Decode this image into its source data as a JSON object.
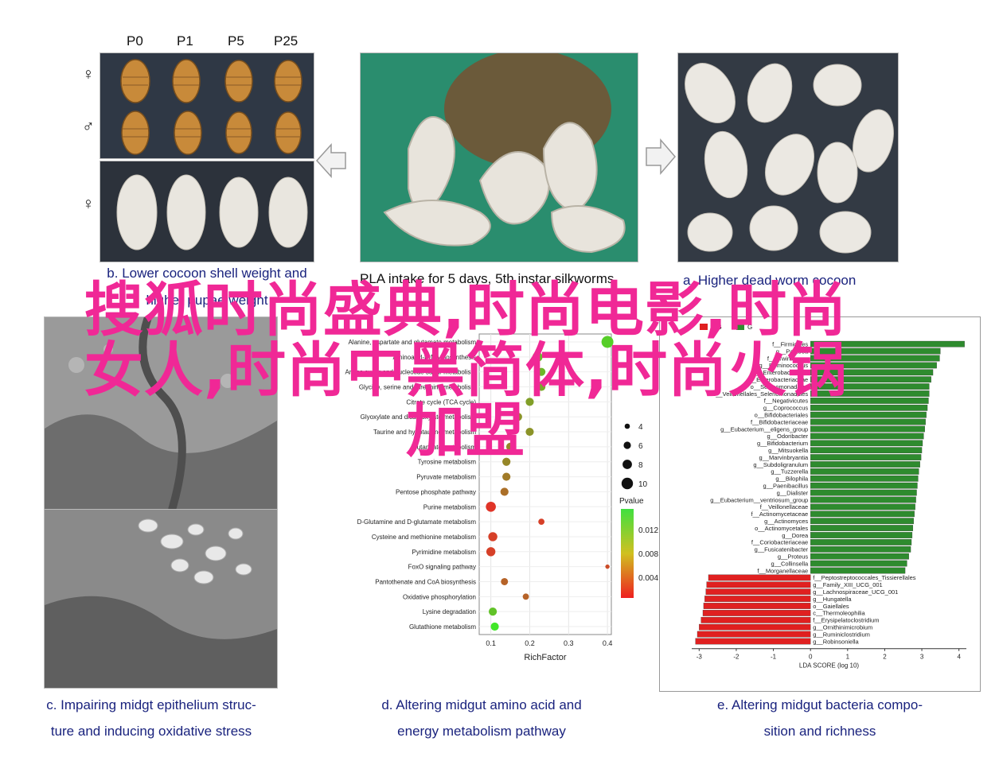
{
  "panelA": {
    "header_labels": [
      "P0",
      "P1",
      "P5",
      "P25"
    ],
    "row_symbols": [
      "♀",
      "♂",
      "♀"
    ],
    "caption_line1": "b. Lower cocoon shell weight and",
    "caption_line2": "higher pupae weight"
  },
  "panelB": {
    "title": "PLA intake for 5 days, 5th instar silkworms"
  },
  "panelC": {
    "caption": "a. Higher  dead worm cocoon"
  },
  "overlay": {
    "line1": "搜狐时尚盛典,时尚电影,时尚",
    "line2": "女人,时尚中黑简体,时尚火锅",
    "line3": "加盟"
  },
  "bottom_captions": {
    "c_line1": "c. Impairing midgt epithelium struc-",
    "c_line2": "ture and inducing oxidative stress",
    "d_line1": "d. Altering midgut amino acid and",
    "d_line2": "energy metabolism pathway",
    "e_line1": "e. Altering midgut bacteria compo-",
    "e_line2": "sition and richness"
  },
  "chart_data": [
    {
      "type": "scatter",
      "xlabel": "RichFactor",
      "xlim": [
        0.07,
        0.41
      ],
      "xticks": [
        "0.1",
        "0.2",
        "0.3",
        "0.4"
      ],
      "categories": [
        "Alanine, aspartate and glutamate metabolism",
        "Aminoacyl-tRNA biosynthesis",
        "Amino sugar and nucleotide sugar metabolism",
        "Glycine, serine and threonine metabolism",
        "Citrate cycle (TCA cycle)",
        "Glyoxylate and dicarboxylate metabolism",
        "Taurine and hypotaurine metabolism",
        "Butanoate metabolism",
        "Tyrosine metabolism",
        "Pyruvate metabolism",
        "Pentose phosphate pathway",
        "Purine metabolism",
        "D-Glutamine and D-glutamate metabolism",
        "Cysteine and methionine metabolism",
        "Pyrimidine metabolism",
        "FoxO signaling pathway",
        "Pantothenate and CoA biosynthesis",
        "Oxidative phosphorylation",
        "Lysine degradation",
        "Glutathione metabolism"
      ],
      "visible_tick_labels": [
        "Alanine, aspartate and glutamate metabolism",
        "Aminoacyl-tRNA biosynthesis",
        "Amino sugar and nucleotide sugar metabolism",
        "Glycine, serine and threonine metabolism",
        "Citrate cycle (TCA cycle)",
        "Glyoxylate and dicarboxylate metabolism",
        "Taurine and hypotaurine metabolism",
        "Butanoate metabolism",
        "Tyrosine metabolism",
        "Pyruvate metabolism",
        "Pentose phosphate pathway",
        "Purine metabolism",
        "D-Glutamine and D-glutamate metabolism",
        "Cysteine and methionine metabolism",
        "Pyrimidine metabolism",
        "FoxO signaling pathway",
        "Pantothenate and CoA biosynthesis",
        "Oxidative phosphorylation",
        "Lysine degradation",
        "Glutathione metabolism"
      ],
      "points": [
        {
          "x": 0.4,
          "size": 10,
          "p": 0.014
        },
        {
          "x": 0.22,
          "size": 8,
          "p": 0.013
        },
        {
          "x": 0.23,
          "size": 6,
          "p": 0.012
        },
        {
          "x": 0.23,
          "size": 6,
          "p": 0.011
        },
        {
          "x": 0.2,
          "size": 6,
          "p": 0.01
        },
        {
          "x": 0.17,
          "size": 6,
          "p": 0.009
        },
        {
          "x": 0.2,
          "size": 6,
          "p": 0.009
        },
        {
          "x": 0.15,
          "size": 6,
          "p": 0.008
        },
        {
          "x": 0.14,
          "size": 6,
          "p": 0.008
        },
        {
          "x": 0.14,
          "size": 6,
          "p": 0.007
        },
        {
          "x": 0.135,
          "size": 6,
          "p": 0.006
        },
        {
          "x": 0.1,
          "size": 8,
          "p": 0.001
        },
        {
          "x": 0.23,
          "size": 4,
          "p": 0.002
        },
        {
          "x": 0.105,
          "size": 7,
          "p": 0.002
        },
        {
          "x": 0.1,
          "size": 7,
          "p": 0.002
        },
        {
          "x": 0.4,
          "size": 2,
          "p": 0.003
        },
        {
          "x": 0.135,
          "size": 5,
          "p": 0.005
        },
        {
          "x": 0.19,
          "size": 4,
          "p": 0.005
        },
        {
          "x": 0.105,
          "size": 6,
          "p": 0.013
        },
        {
          "x": 0.11,
          "size": 6,
          "p": 0.016
        }
      ],
      "size_legend": [
        "4",
        "6",
        "8",
        "10"
      ],
      "color_legend_title": "Pvalue",
      "color_legend_ticks": [
        "0.012",
        "0.008",
        "0.004"
      ]
    },
    {
      "type": "bar",
      "xlabel": "LDA SCORE (log 10)",
      "xlim": [
        -3.2,
        4.2
      ],
      "xticks": [
        "-3",
        "-2",
        "-1",
        "0",
        "1",
        "2",
        "3",
        "4"
      ],
      "positive_color": "#2e8b2e",
      "negative_color": "#e02020",
      "legend": [
        "WG",
        "G"
      ],
      "bars": [
        {
          "label": "f__Firmicutes",
          "value": 4.15
        },
        {
          "label": "g__Pantoea",
          "value": 3.5
        },
        {
          "label": "f__Erwiniaceae",
          "value": 3.48
        },
        {
          "label": "g__Ruminococcus",
          "value": 3.4
        },
        {
          "label": "o__Enterobacterales",
          "value": 3.3
        },
        {
          "label": "f__Enterobacteriaceae",
          "value": 3.25
        },
        {
          "label": "o__Selenomonadales",
          "value": 3.2
        },
        {
          "label": "c__Veillonellales_Selenomonadales",
          "value": 3.2
        },
        {
          "label": "f__Negativicutes",
          "value": 3.18
        },
        {
          "label": "g__Coprococcus",
          "value": 3.15
        },
        {
          "label": "o__Bifidobacteriales",
          "value": 3.12
        },
        {
          "label": "f__Bifidobacteriaceae",
          "value": 3.1
        },
        {
          "label": "g__Eubacterium__eligens_group",
          "value": 3.08
        },
        {
          "label": "g__Odoribacter",
          "value": 3.05
        },
        {
          "label": "g__Bifidobacterium",
          "value": 3.02
        },
        {
          "label": "g__Mitsuokella",
          "value": 3.0
        },
        {
          "label": "g__Marvinbryantia",
          "value": 2.98
        },
        {
          "label": "g__Subdoligranulum",
          "value": 2.95
        },
        {
          "label": "g__Tuzzerella",
          "value": 2.92
        },
        {
          "label": "g__Bilophila",
          "value": 2.9
        },
        {
          "label": "g__Paenibacillus",
          "value": 2.88
        },
        {
          "label": "g__Dialister",
          "value": 2.86
        },
        {
          "label": "g__Eubacterium__ventriosum_group",
          "value": 2.84
        },
        {
          "label": "f__Veillonellaceae",
          "value": 2.82
        },
        {
          "label": "f__Actinomycetaceae",
          "value": 2.8
        },
        {
          "label": "g__Actinomyces",
          "value": 2.78
        },
        {
          "label": "o__Actinomycetales",
          "value": 2.76
        },
        {
          "label": "g__Dorea",
          "value": 2.74
        },
        {
          "label": "f__Coriobacteriaceae",
          "value": 2.72
        },
        {
          "label": "g__Fusicatenibacter",
          "value": 2.7
        },
        {
          "label": "g__Proteus",
          "value": 2.65
        },
        {
          "label": "g__Collinsella",
          "value": 2.6
        },
        {
          "label": "f__Morganellaceae",
          "value": 2.55
        },
        {
          "label": "f__Peptostreptococcales_Tissierellales",
          "value": -2.75
        },
        {
          "label": "g__Family_XIII_UCG_001",
          "value": -2.8
        },
        {
          "label": "g__Lachnospiraceae_UCG_001",
          "value": -2.82
        },
        {
          "label": "g__Hungatella",
          "value": -2.85
        },
        {
          "label": "o__Gaiellales",
          "value": -2.88
        },
        {
          "label": "c__Thermoleophilia",
          "value": -2.9
        },
        {
          "label": "f__Erysipelatoclostridium",
          "value": -2.95
        },
        {
          "label": "g__Ornithinimicrobium",
          "value": -3.0
        },
        {
          "label": "g__Ruminiclostridium",
          "value": -3.05
        },
        {
          "label": "g__Robinsoniella",
          "value": -3.1
        }
      ]
    }
  ]
}
